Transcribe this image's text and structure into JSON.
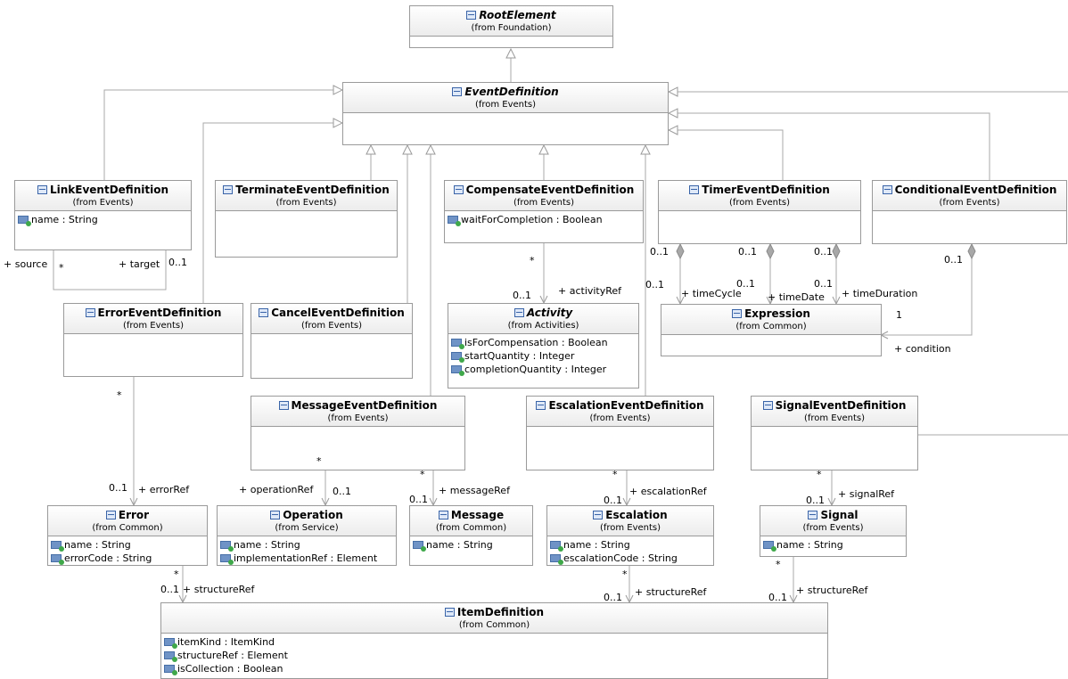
{
  "classes": {
    "root_element": {
      "name": "RootElement",
      "from": "(from Foundation)",
      "attrs": []
    },
    "event_definition": {
      "name": "EventDefinition",
      "from": "(from Events)",
      "attrs": []
    },
    "link_event_definition": {
      "name": "LinkEventDefinition",
      "from": "(from Events)",
      "attrs": [
        "name : String"
      ]
    },
    "terminate_event_definition": {
      "name": "TerminateEventDefinition",
      "from": "(from Events)",
      "attrs": []
    },
    "compensate_event_definition": {
      "name": "CompensateEventDefinition",
      "from": "(from Events)",
      "attrs": [
        "waitForCompletion : Boolean"
      ]
    },
    "timer_event_definition": {
      "name": "TimerEventDefinition",
      "from": "(from Events)",
      "attrs": []
    },
    "conditional_event_definition": {
      "name": "ConditionalEventDefinition",
      "from": "(from Events)",
      "attrs": []
    },
    "error_event_definition": {
      "name": "ErrorEventDefinition",
      "from": "(from Events)",
      "attrs": []
    },
    "cancel_event_definition": {
      "name": "CancelEventDefinition",
      "from": "(from Events)",
      "attrs": []
    },
    "activity": {
      "name": "Activity",
      "from": "(from Activities)",
      "attrs": [
        "isForCompensation : Boolean",
        "startQuantity : Integer",
        "completionQuantity : Integer"
      ]
    },
    "expression": {
      "name": "Expression",
      "from": "(from Common)",
      "attrs": []
    },
    "message_event_definition": {
      "name": "MessageEventDefinition",
      "from": "(from Events)",
      "attrs": []
    },
    "escalation_event_definition": {
      "name": "EscalationEventDefinition",
      "from": "(from Events)",
      "attrs": []
    },
    "signal_event_definition": {
      "name": "SignalEventDefinition",
      "from": "(from Events)",
      "attrs": []
    },
    "error": {
      "name": "Error",
      "from": "(from Common)",
      "attrs": [
        "name : String",
        "errorCode : String"
      ]
    },
    "operation": {
      "name": "Operation",
      "from": "(from Service)",
      "attrs": [
        "name : String",
        "implementationRef : Element"
      ]
    },
    "message": {
      "name": "Message",
      "from": "(from Common)",
      "attrs": [
        "name : String"
      ]
    },
    "escalation": {
      "name": "Escalation",
      "from": "(from Events)",
      "attrs": [
        "name : String",
        "escalationCode : String"
      ]
    },
    "signal": {
      "name": "Signal",
      "from": "(from Events)",
      "attrs": [
        "name : String"
      ]
    },
    "item_definition": {
      "name": "ItemDefinition",
      "from": "(from Common)",
      "attrs": [
        "itemKind : ItemKind",
        "structureRef : Element",
        "isCollection : Boolean"
      ]
    }
  },
  "edge_labels": {
    "source": "+ source",
    "source_mult": "*",
    "target": "+ target",
    "target_mult": "0..1",
    "activity_ref": "+ activityRef",
    "activity_ref_mult": "0..1",
    "compensate_mult": "*",
    "time_cycle": "+ timeCycle",
    "time_cycle_src_mult": "0..1",
    "time_cycle_dst_mult": "0..1",
    "time_date": "+ timeDate",
    "time_date_src_mult": "0..1",
    "time_date_dst_mult": "0..1",
    "time_duration": "+ timeDuration",
    "time_duration_src_mult": "0..1",
    "time_duration_dst_mult": "0..1",
    "condition": "+ condition",
    "condition_src_mult": "0..1",
    "condition_dst_mult": "1",
    "error_ref": "+ errorRef",
    "error_ref_src_mult": "*",
    "error_ref_dst_mult": "0..1",
    "operation_ref": "+ operationRef",
    "operation_ref_src_mult": "*",
    "operation_ref_dst_mult": "0..1",
    "message_ref": "+ messageRef",
    "message_ref_src_mult": "*",
    "message_ref_dst_mult": "0..1",
    "escalation_ref": "+ escalationRef",
    "escalation_ref_src_mult": "*",
    "escalation_ref_dst_mult": "0..1",
    "signal_ref": "+ signalRef",
    "signal_ref_src_mult": "*",
    "signal_ref_dst_mult": "0..1",
    "error_structure_ref": "+ structureRef",
    "error_structure_src_mult": "*",
    "error_structure_dst_mult": "0..1",
    "escalation_structure_ref": "+ structureRef",
    "escalation_structure_src_mult": "*",
    "escalation_structure_dst_mult": "0..1",
    "signal_structure_ref": "+ structureRef",
    "signal_structure_src_mult": "*",
    "signal_structure_dst_mult": "0..1"
  }
}
